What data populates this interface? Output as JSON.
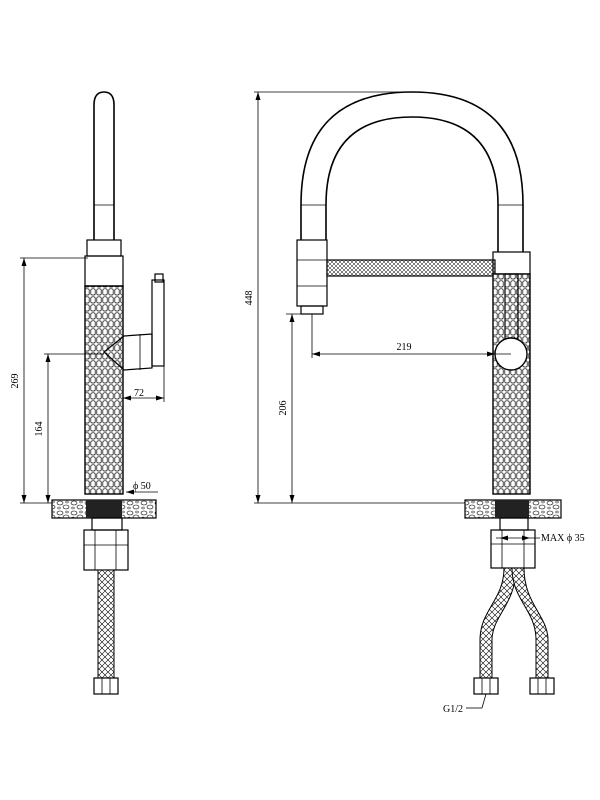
{
  "drawing": {
    "side_view": {
      "dim_height_total": "269",
      "dim_height_handle": "164",
      "dim_handle_reach": "72",
      "dim_base_diameter": "ϕ 50"
    },
    "front_view": {
      "dim_height_total": "448",
      "dim_spout_height": "206",
      "dim_spout_reach": "219",
      "dim_hole_diameter": "MAX ϕ 35",
      "dim_thread": "G1/2"
    }
  }
}
